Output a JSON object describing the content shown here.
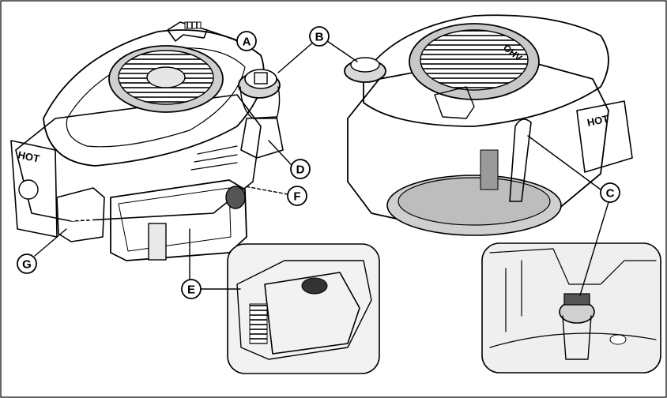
{
  "callouts": [
    {
      "id": "A",
      "label": "A"
    },
    {
      "id": "B",
      "label": "B"
    },
    {
      "id": "C",
      "label": "C"
    },
    {
      "id": "D",
      "label": "D"
    },
    {
      "id": "E",
      "label": "E"
    },
    {
      "id": "F",
      "label": "F"
    },
    {
      "id": "G",
      "label": "G"
    }
  ],
  "engine_text": {
    "ohv_badge": "OHV",
    "hot_left": "HOT",
    "hot_right": "HOT",
    "brand_top": "OHV",
    "brand_right": "HOT"
  },
  "colors": {
    "stroke": "#000000",
    "body_gray": "#d9d9d9",
    "dark_gray": "#8a8a8a",
    "frame": "#000000"
  }
}
